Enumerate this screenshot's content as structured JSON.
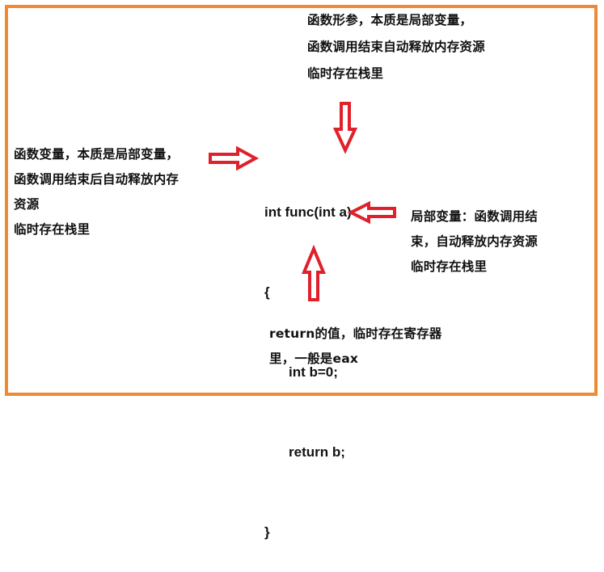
{
  "diagram": {
    "frame_color": "#ef8a32",
    "arrow_color": "#e0202a",
    "code": {
      "lines": [
        "int func(int a)",
        "{",
        "int b=0;",
        "return b;",
        "}"
      ]
    },
    "notes": {
      "param": {
        "lines": [
          "函数形参，本质是局部变量，",
          "函数调用结束自动释放内存资源",
          "临时存在栈里"
        ]
      },
      "function": {
        "lines": [
          "函数变量，本质是局部变量，",
          "函数调用结束后自动释放内存",
          "资源",
          "临时存在栈里"
        ]
      },
      "local": {
        "lines": [
          "局部变量：函数调用结",
          "束，自动释放内存资源",
          "临时存在栈里"
        ]
      },
      "return": {
        "lines": [
          "return的值，临时存在寄存器",
          "里，一般是eax"
        ]
      }
    },
    "arrows": {
      "to_function": "arrow-right",
      "to_param": "arrow-down",
      "to_local": "arrow-left",
      "to_return": "arrow-up"
    }
  }
}
